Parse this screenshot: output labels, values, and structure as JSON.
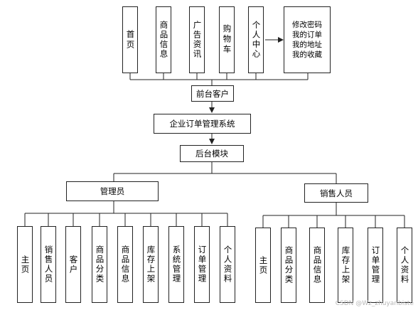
{
  "top_modules": [
    {
      "name": "首页"
    },
    {
      "name": "商品信息"
    },
    {
      "name": "广告资讯"
    },
    {
      "name": "购物车"
    },
    {
      "name": "个人中心"
    }
  ],
  "personal_center_items": [
    "修改密码",
    "我的订单",
    "我的地址",
    "我的收藏"
  ],
  "front_client": "前台客户",
  "system": "企业订单管理系统",
  "backend": "后台模块",
  "admin": {
    "label": "管理员",
    "items": [
      "主页",
      "销售人员",
      "客户",
      "商品分类",
      "商品信息",
      "库存上架",
      "系统管理",
      "订单管理",
      "个人资料"
    ]
  },
  "sales": {
    "label": "销售人员",
    "items": [
      "主页",
      "商品分类",
      "商品信息",
      "库存上架",
      "订单管理",
      "个人资料"
    ]
  },
  "watermark": "CSDN @Wz_zhuyanbiste"
}
